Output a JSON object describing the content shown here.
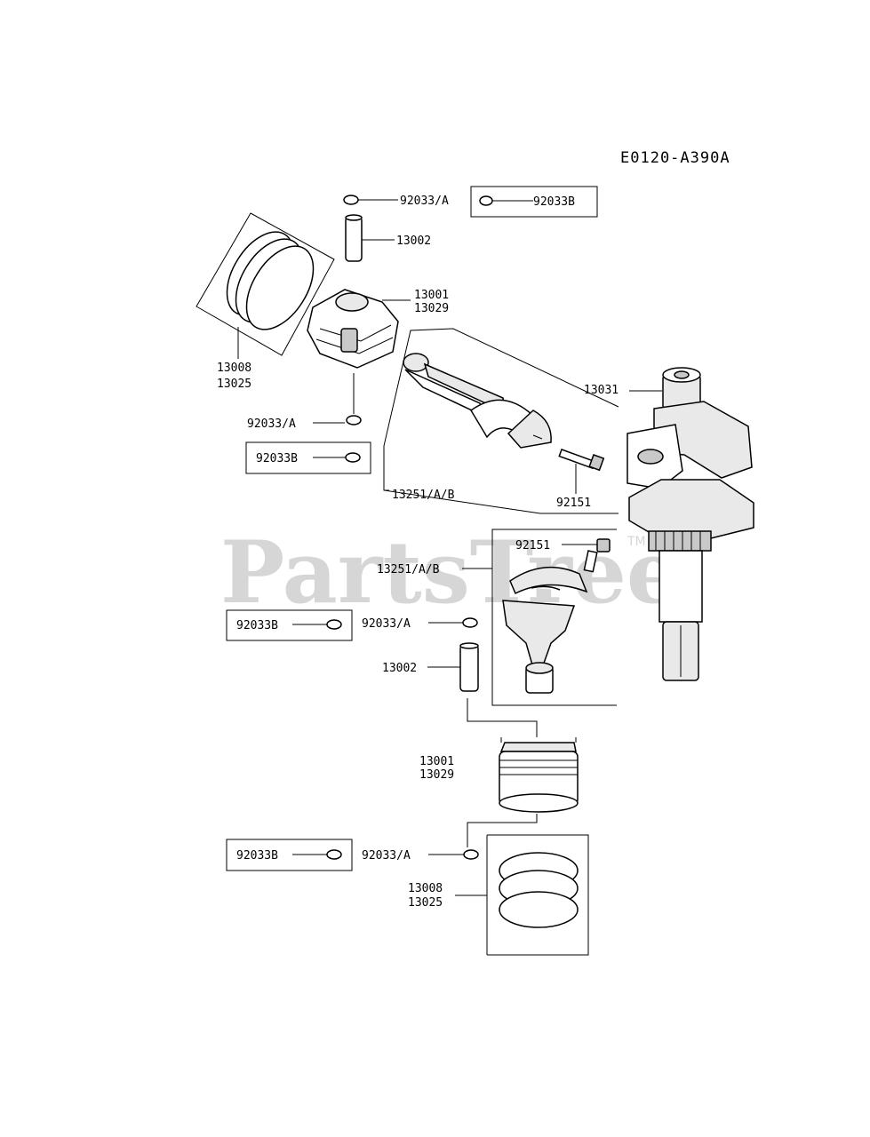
{
  "diagram_code": "E0120-A390A",
  "watermark": {
    "text": "PartsTree",
    "trademark": "TM"
  },
  "labels": {
    "circlip_a_top": "92033/A",
    "circlip_b_top": "92033B",
    "pin_top": "13002",
    "piston_top_1": "13001",
    "piston_top_2": "13029",
    "rings_top_1": "13008",
    "rings_top_2": "13025",
    "circlip_a_left": "92033/A",
    "circlip_b_left": "92033B",
    "rod_top": "13251/A/B",
    "bolt_top": "92151",
    "crankshaft": "13031",
    "bolt_bottom": "92151",
    "rod_bottom": "13251/A/B",
    "circlip_b_mid": "92033B",
    "circlip_a_mid": "92033/A",
    "pin_bottom": "13002",
    "piston_bottom_1": "13001",
    "piston_bottom_2": "13029",
    "circlip_b_low": "92033B",
    "circlip_a_low": "92033/A",
    "rings_bottom_1": "13008",
    "rings_bottom_2": "13025"
  }
}
